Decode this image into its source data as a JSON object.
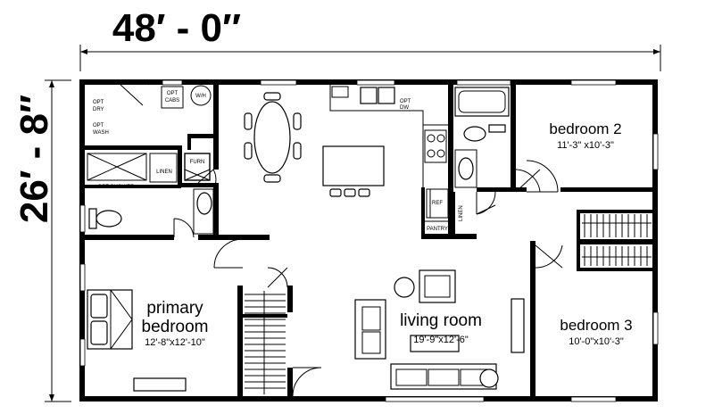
{
  "dimensions": {
    "width": "48′ - 0″",
    "depth": "26′ - 8″"
  },
  "rooms": {
    "bedroom2": {
      "name": "bedroom 2",
      "size": "11'-3\" x10'-3\""
    },
    "bedroom3": {
      "name": "bedroom 3",
      "size": "10'-0\"x10'-3\""
    },
    "primary": {
      "name_line1": "primary",
      "name_line2": "bedroom",
      "size": "12'-8\"x12'-10\""
    },
    "living": {
      "name": "living room",
      "size": "19'-9\"x12'-6\""
    }
  },
  "labels": {
    "opt_cabs_1": "OPT",
    "opt_cabs_2": "CABS",
    "wh": "W/H",
    "opt_dry_1": "OPT",
    "opt_dry_2": "DRY",
    "opt_wash_1": "OPT",
    "opt_wash_2": "WASH",
    "linen_hall": "LINEN",
    "furn": "FURN",
    "opt_shower": "OPT SHOWER",
    "opt_dw_1": "OPT",
    "opt_dw_2": "DW",
    "ref": "REF",
    "pantry": "PANTRY",
    "linen_bath": "LINEN"
  }
}
